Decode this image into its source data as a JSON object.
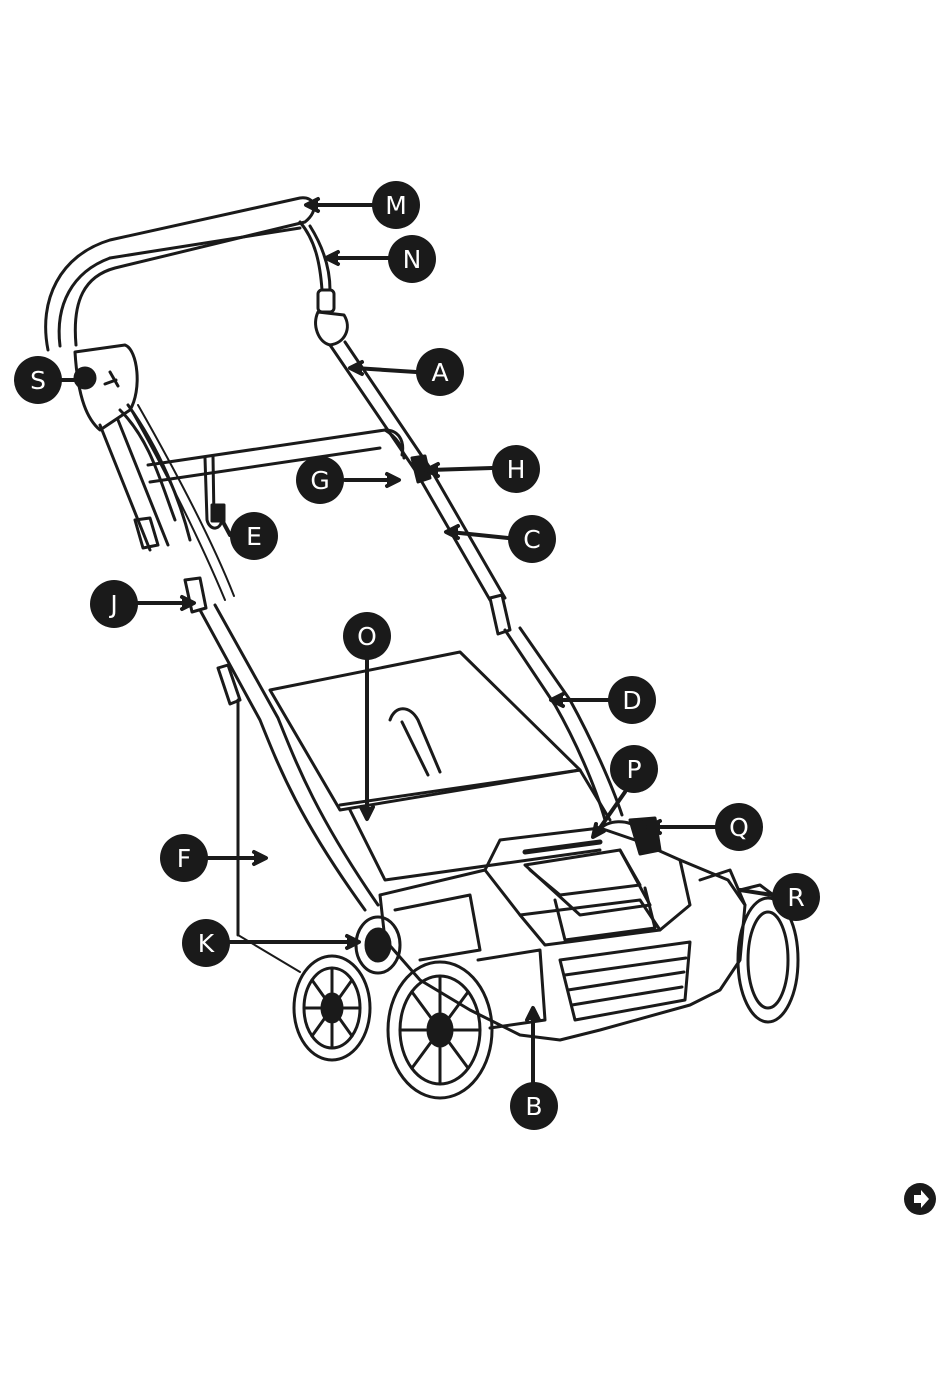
{
  "diagram": {
    "callouts": [
      {
        "id": "M",
        "label": "M"
      },
      {
        "id": "N",
        "label": "N"
      },
      {
        "id": "A",
        "label": "A"
      },
      {
        "id": "S",
        "label": "S"
      },
      {
        "id": "G",
        "label": "G"
      },
      {
        "id": "H",
        "label": "H"
      },
      {
        "id": "E",
        "label": "E"
      },
      {
        "id": "C",
        "label": "C"
      },
      {
        "id": "J",
        "label": "J"
      },
      {
        "id": "O",
        "label": "O"
      },
      {
        "id": "D",
        "label": "D"
      },
      {
        "id": "P",
        "label": "P"
      },
      {
        "id": "Q",
        "label": "Q"
      },
      {
        "id": "F",
        "label": "F"
      },
      {
        "id": "R",
        "label": "R"
      },
      {
        "id": "K",
        "label": "K"
      },
      {
        "id": "B",
        "label": "B"
      }
    ]
  },
  "navigation": {
    "next_icon": "arrow-right-circle-icon"
  }
}
